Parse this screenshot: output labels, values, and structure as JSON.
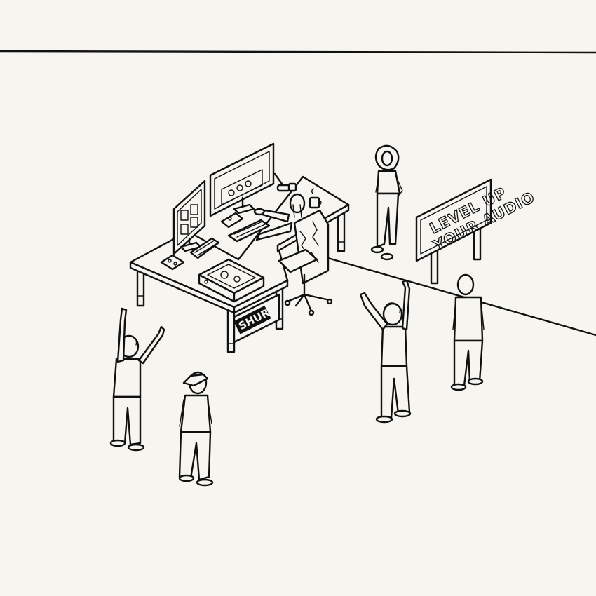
{
  "signboard": {
    "line1": "LEVEL UP",
    "line2": "YOUR AUDIO"
  },
  "desk_panel": {
    "brand": "SHURE"
  },
  "colors": {
    "ink": "#111111",
    "paper": "#f6f5ef"
  }
}
